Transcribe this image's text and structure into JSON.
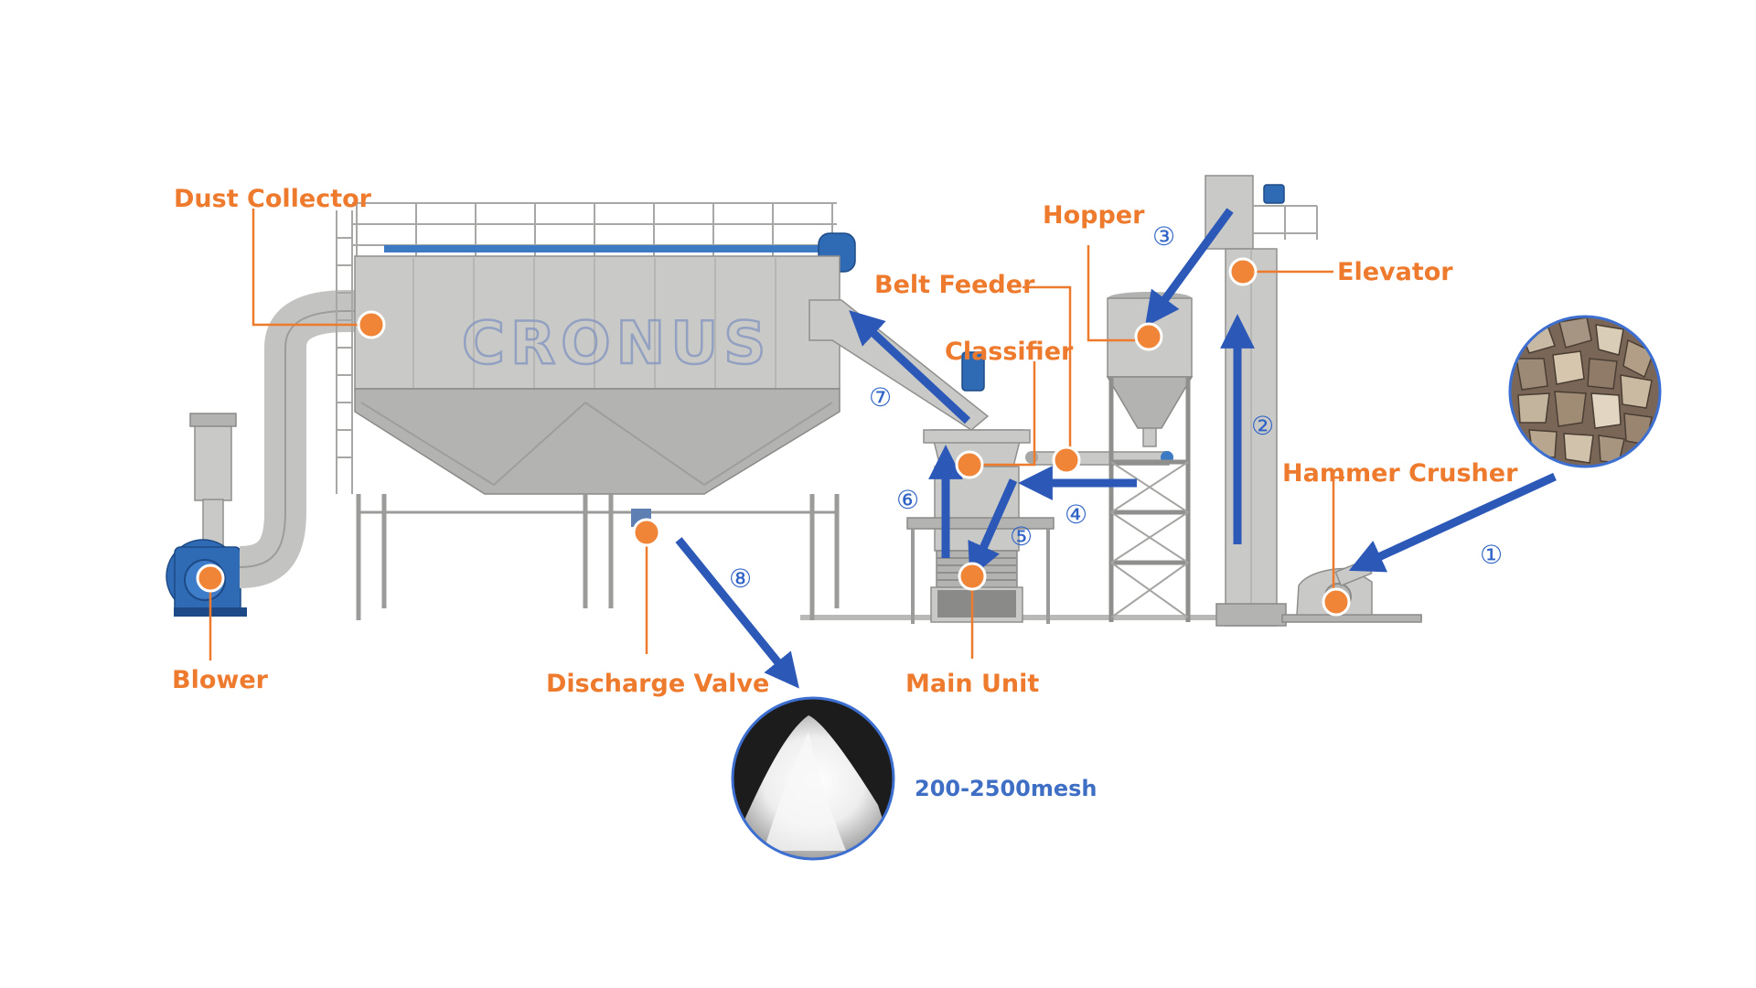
{
  "labels": {
    "dust_collector": "Dust Collector",
    "hopper": "Hopper",
    "elevator": "Elevator",
    "belt_feeder": "Belt Feeder",
    "classifier": "Classifier",
    "hammer_crusher": "Hammer Crusher",
    "blower": "Blower",
    "discharge_valve": "Discharge Valve",
    "main_unit": "Main Unit"
  },
  "steps": [
    "①",
    "②",
    "③",
    "④",
    "⑤",
    "⑥",
    "⑦",
    "⑧"
  ],
  "logo_text": "CRONUS",
  "output_mesh": "200-2500mesh",
  "colors": {
    "label_orange": "#ee7a2d",
    "marker_orange": "#f08538",
    "flow_blue": "#2c58b8",
    "steel_grey": "#c9c9c7",
    "motor_blue": "#2f6ab5"
  },
  "icons": {
    "raw_material": "crushed-stone-photo",
    "product": "white-powder-photo"
  }
}
